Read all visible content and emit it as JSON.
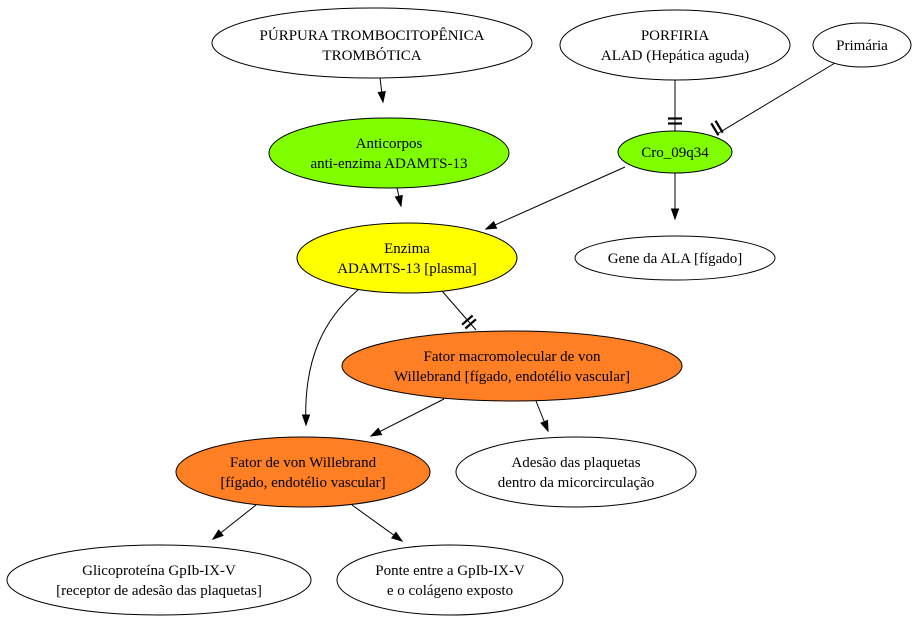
{
  "colors": {
    "white": "#ffffff",
    "lime": "#7fff00",
    "yellow": "#ffff00",
    "orange": "#ff7f24"
  },
  "nodes": {
    "ptt": {
      "lines": [
        "PÚRPURA TROMBOCITOPÊNICA",
        "TROMBÓTICA"
      ],
      "fill": "#ffffff"
    },
    "porfiria": {
      "lines": [
        "PORFIRIA",
        "ALAD (Hepática aguda)"
      ],
      "fill": "#ffffff"
    },
    "primaria": {
      "lines": [
        "Primária"
      ],
      "fill": "#ffffff"
    },
    "anticorpos": {
      "lines": [
        "Anticorpos",
        "anti-enzima ADAMTS-13"
      ],
      "fill": "#7fff00"
    },
    "cro": {
      "lines": [
        "Cro_09q34"
      ],
      "fill": "#7fff00"
    },
    "enzima": {
      "lines": [
        "Enzima",
        "ADAMTS-13 [plasma]"
      ],
      "fill": "#ffff00"
    },
    "gene_ala": {
      "lines": [
        "Gene da ALA [fígado]"
      ],
      "fill": "#ffffff"
    },
    "fator_macro": {
      "lines": [
        "Fator macromolecular de von",
        "Willebrand [fígado, endotélio vascular]"
      ],
      "fill": "#ff7f24"
    },
    "fator_vw": {
      "lines": [
        "Fator de von Willebrand",
        "[fígado, endotélio vascular]"
      ],
      "fill": "#ff7f24"
    },
    "adesao": {
      "lines": [
        "Adesão das plaquetas",
        "dentro da micorcirculação"
      ],
      "fill": "#ffffff"
    },
    "glicoproteina": {
      "lines": [
        "Glicoproteína GpIb-IX-V",
        "[receptor de adesão das plaquetas]"
      ],
      "fill": "#ffffff"
    },
    "ponte": {
      "lines": [
        "Ponte entre a GpIb-IX-V",
        "e o colágeno exposto"
      ],
      "fill": "#ffffff"
    }
  },
  "edges": [
    {
      "from": "ptt",
      "to": "anticorpos",
      "marker": "arrow"
    },
    {
      "from": "porfiria",
      "to": "cro",
      "marker": "tee"
    },
    {
      "from": "primaria",
      "to": "cro",
      "marker": "tee"
    },
    {
      "from": "anticorpos",
      "to": "enzima",
      "marker": "arrow"
    },
    {
      "from": "cro",
      "to": "enzima",
      "marker": "arrow"
    },
    {
      "from": "cro",
      "to": "gene_ala",
      "marker": "arrow"
    },
    {
      "from": "enzima",
      "to": "fator_macro",
      "marker": "tee"
    },
    {
      "from": "enzima",
      "to": "fator_vw",
      "marker": "arrow"
    },
    {
      "from": "fator_macro",
      "to": "fator_vw",
      "marker": "arrow"
    },
    {
      "from": "fator_macro",
      "to": "adesao",
      "marker": "arrow"
    },
    {
      "from": "fator_vw",
      "to": "glicoproteina",
      "marker": "arrow"
    },
    {
      "from": "fator_vw",
      "to": "ponte",
      "marker": "arrow"
    }
  ]
}
